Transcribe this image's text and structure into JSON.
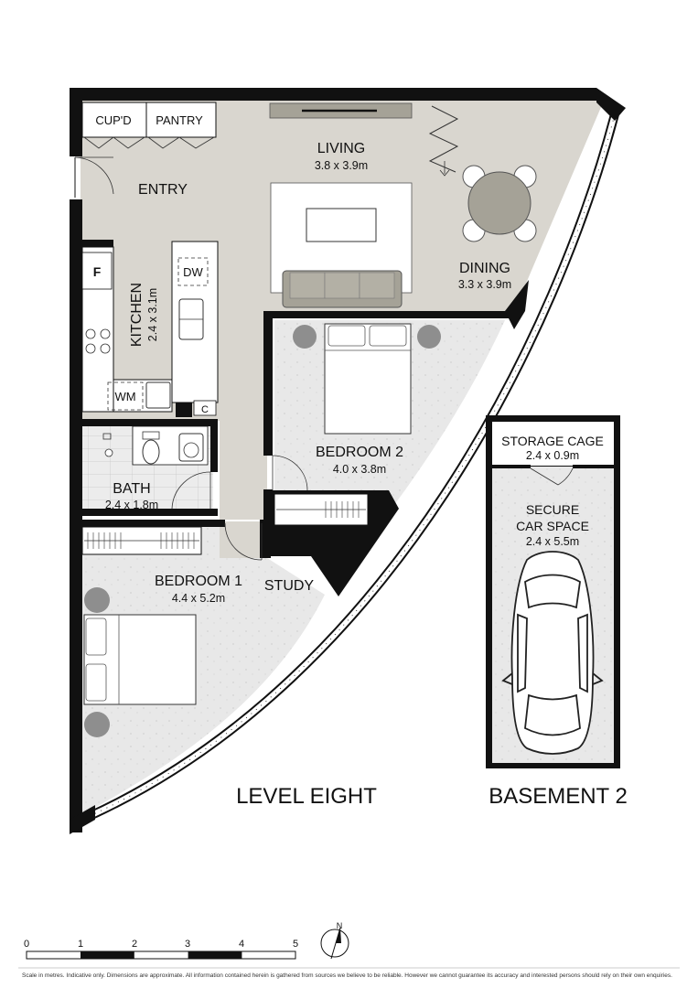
{
  "rooms": {
    "cupd": "CUP'D",
    "pantry": "PANTRY",
    "living": {
      "name": "LIVING",
      "size": "3.8 x 3.9m"
    },
    "entry": "ENTRY",
    "dining": {
      "name": "DINING",
      "size": "3.3 x 3.9m"
    },
    "kitchen": {
      "name": "KITCHEN",
      "size": "2.4 x 3.1m"
    },
    "fridge": "F",
    "dishwasher": "DW",
    "washing_machine": "WM",
    "cupboard_c": "C",
    "bath": {
      "name": "BATH",
      "size": "2.4 x 1.8m"
    },
    "bedroom2": {
      "name": "BEDROOM 2",
      "size": "4.0 x 3.8m"
    },
    "bedroom1": {
      "name": "BEDROOM 1",
      "size": "4.4 x 5.2m"
    },
    "study": "STUDY",
    "storage": {
      "name": "STORAGE CAGE",
      "size": "2.4 x 0.9m"
    },
    "car": {
      "name1": "SECURE",
      "name2": "CAR SPACE",
      "size": "2.4 x 5.5m"
    }
  },
  "levels": {
    "main": "LEVEL EIGHT",
    "basement": "BASEMENT 2"
  },
  "scale_bar": {
    "labels": [
      "0",
      "1",
      "2",
      "3",
      "4",
      "5"
    ],
    "unit_note": "Scale in metres"
  },
  "compass": {
    "north": "N"
  },
  "disclaimer": "Scale in metres. Indicative only. Dimensions are approximate. All information contained herein is gathered from sources we believe to be reliable. However we cannot guarantee its accuracy and interested persons should rely on their own enquiries.",
  "colors": {
    "floor": "#d9d6cf",
    "bedroom_floor": "#e6e6e6",
    "wall": "#111111",
    "furniture": "#a5a297"
  }
}
